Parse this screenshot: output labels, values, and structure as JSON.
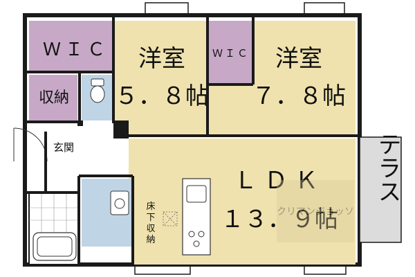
{
  "rooms": {
    "wic1": {
      "label": "ＷＩＣ"
    },
    "storage": {
      "label": "収納"
    },
    "entrance": {
      "label": "玄関"
    },
    "bedroom1": {
      "label": "洋室",
      "size": "５．８帖"
    },
    "wic2": {
      "label": "ＷＩＣ"
    },
    "bedroom2": {
      "label": "洋室",
      "size": "７．８帖"
    },
    "ldk": {
      "label": "ＬＤＫ",
      "size": "１３．９帖"
    },
    "underfloor": {
      "label_lines": [
        "床",
        "下",
        "収",
        "納"
      ]
    },
    "terrace": {
      "label": "テラス"
    }
  },
  "watermark": {
    "text": "クリマンジョッソ"
  },
  "colors": {
    "wall": "#1a1a1a",
    "purple_room": "#c7a9c7",
    "tan_room": "#efe2ae",
    "wet_blue": "#bfd4e4",
    "terrace_gray": "#dcdcdc",
    "floor_white": "#ffffff"
  },
  "icons": [
    "toilet-icon",
    "washbasin-icon",
    "bathtub-icon",
    "kitchen-sink-icon",
    "stove-icon",
    "door-swing-icon"
  ]
}
